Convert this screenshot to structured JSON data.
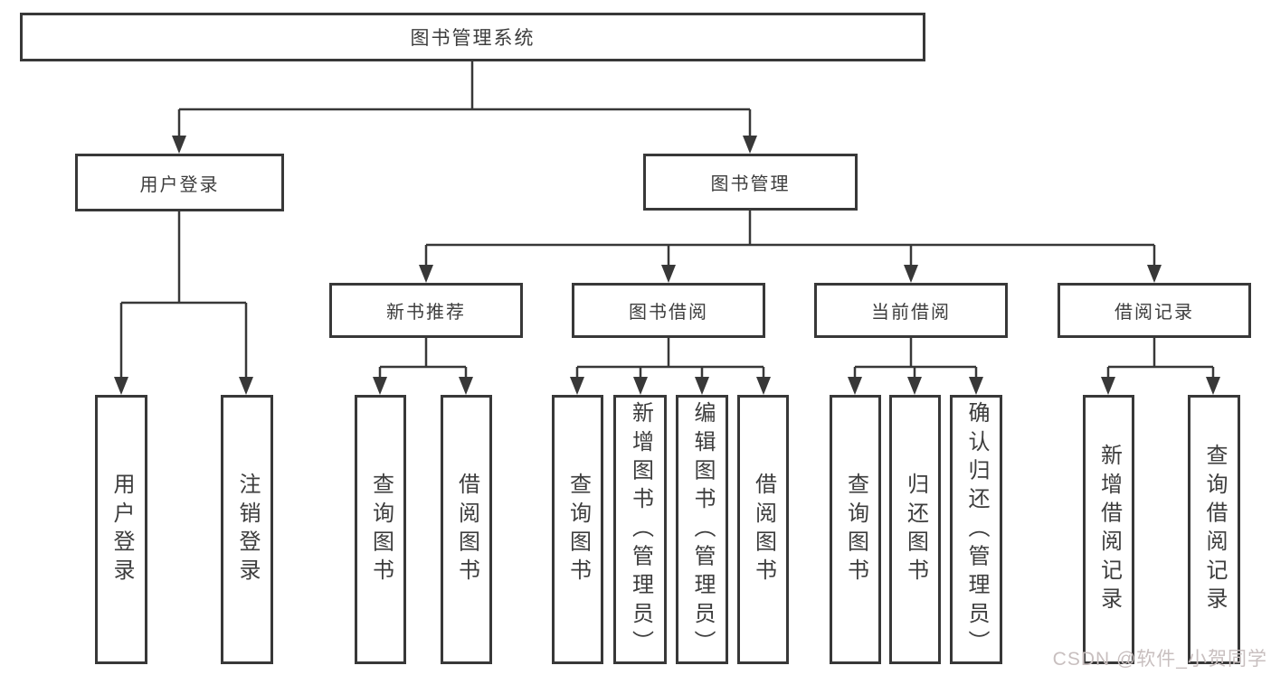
{
  "title": "图书管理系统",
  "branches": [
    {
      "label": "用户登录",
      "children": [
        {
          "label": "用户登录"
        },
        {
          "label": "注销登录"
        }
      ]
    },
    {
      "label": "图书管理",
      "groups": [
        {
          "label": "新书推荐",
          "children": [
            {
              "label": "查询图书"
            },
            {
              "label": "借阅图书"
            }
          ]
        },
        {
          "label": "图书借阅",
          "children": [
            {
              "label": "查询图书"
            },
            {
              "label": "新增图书（管理员）"
            },
            {
              "label": "编辑图书（管理员）"
            },
            {
              "label": "借阅图书"
            }
          ]
        },
        {
          "label": "当前借阅",
          "children": [
            {
              "label": "查询图书"
            },
            {
              "label": "归还图书"
            },
            {
              "label": "确认归还（管理员）"
            }
          ]
        },
        {
          "label": "借阅记录",
          "children": [
            {
              "label": "新增借阅记录"
            },
            {
              "label": "查询借阅记录"
            }
          ]
        }
      ]
    }
  ],
  "watermark": "CSDN @软件_小贺同学",
  "colors": {
    "line": "#383838",
    "text": "#3d3d3d",
    "watermark": "#c8bfbf",
    "background": "#ffffff"
  }
}
